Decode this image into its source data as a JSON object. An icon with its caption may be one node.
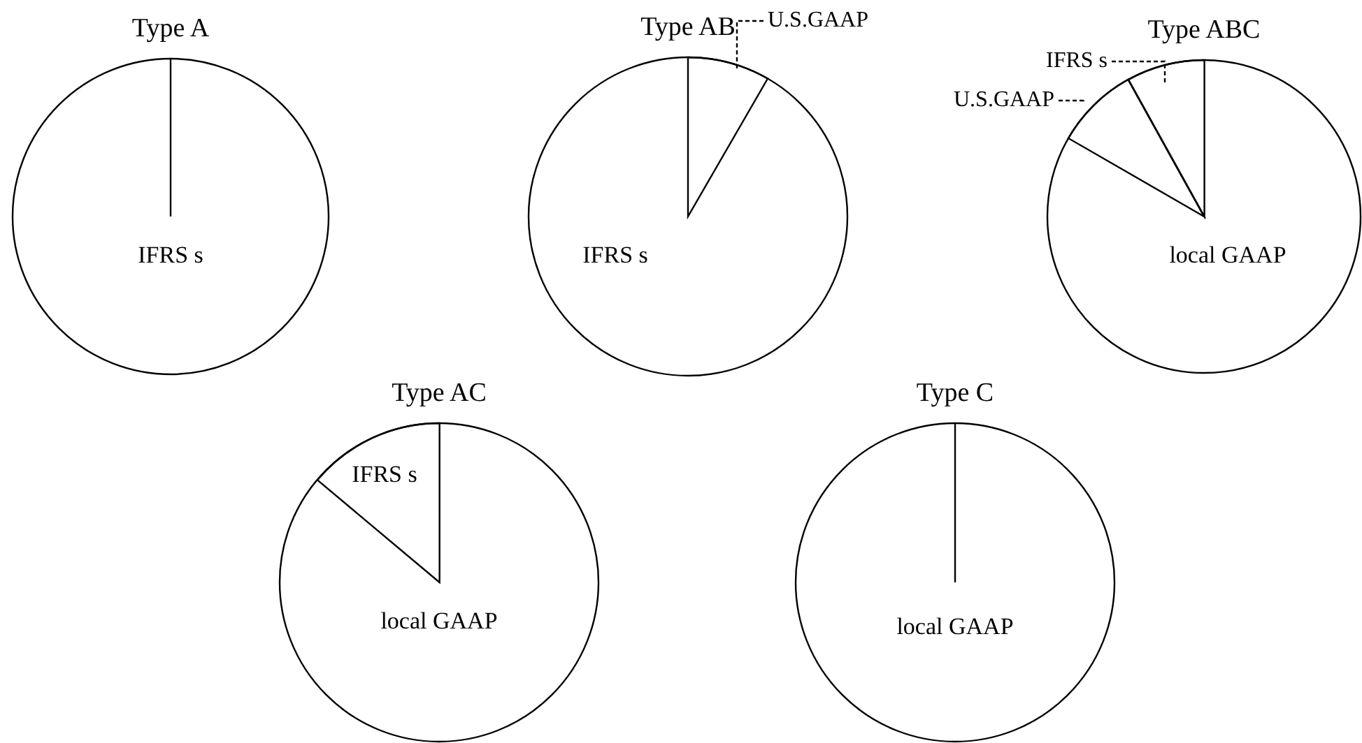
{
  "diagram": {
    "nodes": [
      {
        "text": [
          "Type A",
          "IFRS s"
        ]
      },
      {
        "text": [
          "Type AB",
          "IFRS s"
        ]
      },
      {
        "text": [],
        "shape": "wedge",
        "in": 1
      },
      {
        "text": [
          "U.S.GAAP"
        ]
      },
      {
        "text": [
          "Type ABC",
          "local GAAP"
        ]
      },
      {
        "text": [],
        "shape": "wedge",
        "in": 4
      },
      {
        "text": [],
        "shape": "wedge",
        "in": 4
      },
      {
        "text": [
          "IFRS s"
        ]
      },
      {
        "text": [
          "U.S.GAAP"
        ]
      },
      {
        "text": [
          "Type AC",
          "local GAAP"
        ]
      },
      {
        "text": [
          "IFRS s"
        ],
        "in": 9
      },
      {
        "text": [
          "Type C",
          "local GAAP"
        ]
      }
    ],
    "edges": [
      {
        "from": 3,
        "to": 2,
        "arrow": "none",
        "style": "dashed"
      },
      {
        "from": 7,
        "to": 6,
        "arrow": "none",
        "style": "dashed"
      },
      {
        "from": 8,
        "to": 5,
        "arrow": "none",
        "style": "dashed"
      }
    ]
  }
}
